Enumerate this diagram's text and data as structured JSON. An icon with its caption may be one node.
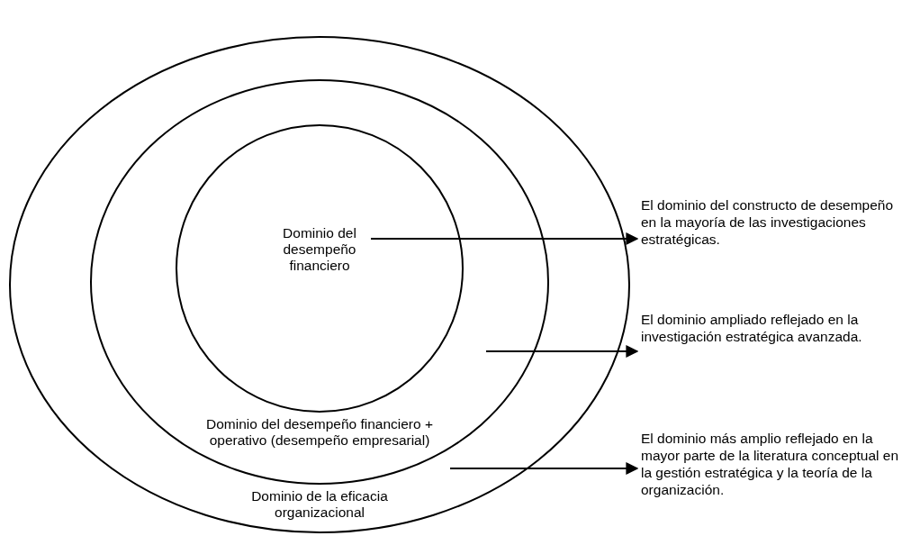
{
  "diagram": {
    "nodes": [
      {
        "text": [
          "Dominio de la eficacia organizacional"
        ]
      },
      {
        "text": [
          "Dominio del desempeño financiero + operativo (desempeño empresarial)"
        ],
        "in": 0
      },
      {
        "text": [
          "Dominio del desempeño financiero"
        ],
        "in": 1
      },
      {
        "text": [
          "El dominio del constructo de desempeño en la mayoría de las investigaciones estratégicas."
        ]
      },
      {
        "text": [
          "El dominio ampliado reflejado en la investigación estratégica avanzada."
        ]
      },
      {
        "text": [
          "El dominio más amplio reflejado en la mayor parte de la literatura conceptual en la gestión estratégica y la teoría de la organización."
        ]
      }
    ],
    "edges": [
      {
        "from": 2,
        "to": 3,
        "arrow": "to"
      },
      {
        "from": 1,
        "to": 4,
        "arrow": "to"
      },
      {
        "from": 0,
        "to": 5,
        "arrow": "to"
      }
    ]
  }
}
